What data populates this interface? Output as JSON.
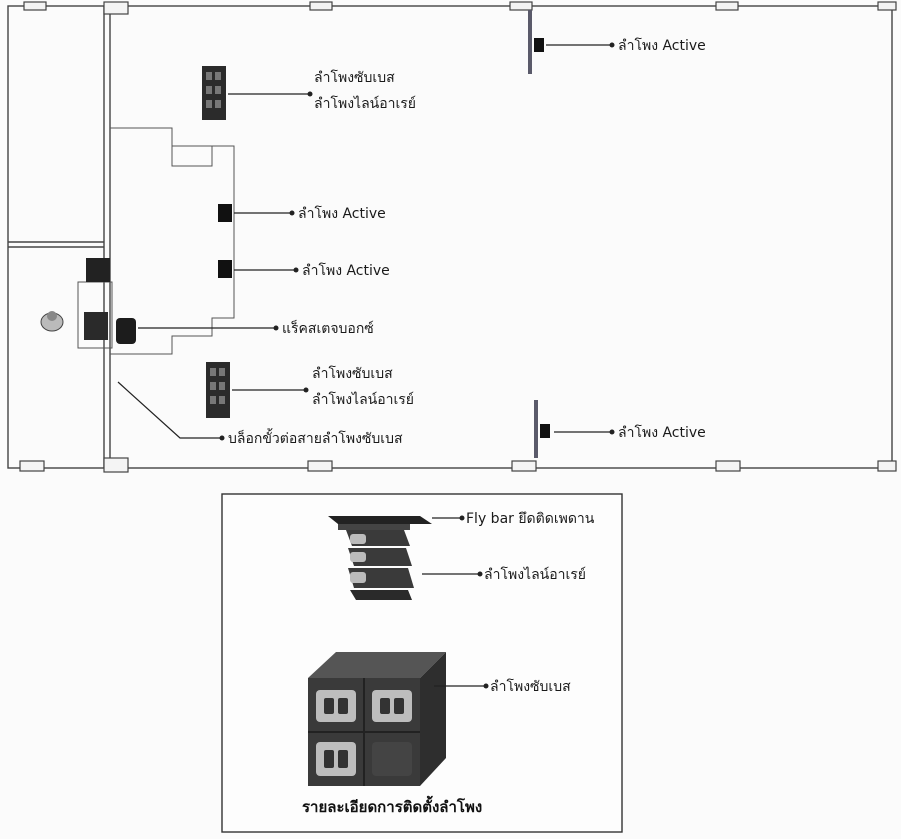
{
  "plan": {
    "labels": {
      "active_top_right": "ลำโพง Active",
      "sub_top": "ลำโพงซับเบส",
      "line_top": "ลำโพงไลน์อาเรย์",
      "active_stage_1": "ลำโพง Active",
      "active_stage_2": "ลำโพง Active",
      "rack": "แร็คสเตจบอกซ์",
      "sub_bottom": "ลำโพงซับเบส",
      "line_bottom": "ลำโพงไลน์อาเรย์",
      "active_bottom_right": "ลำโพง Active",
      "block": "บล็อกขั้วต่อสายลำโพงซับเบส"
    }
  },
  "detail": {
    "labels": {
      "flybar": "Fly bar ยึดติดเพดาน",
      "line_array": "ลำโพงไลน์อาเรย์",
      "subbass": "ลำโพงซับเบส"
    },
    "caption": "รายละเอียดการติดตั้งลำโพง"
  }
}
